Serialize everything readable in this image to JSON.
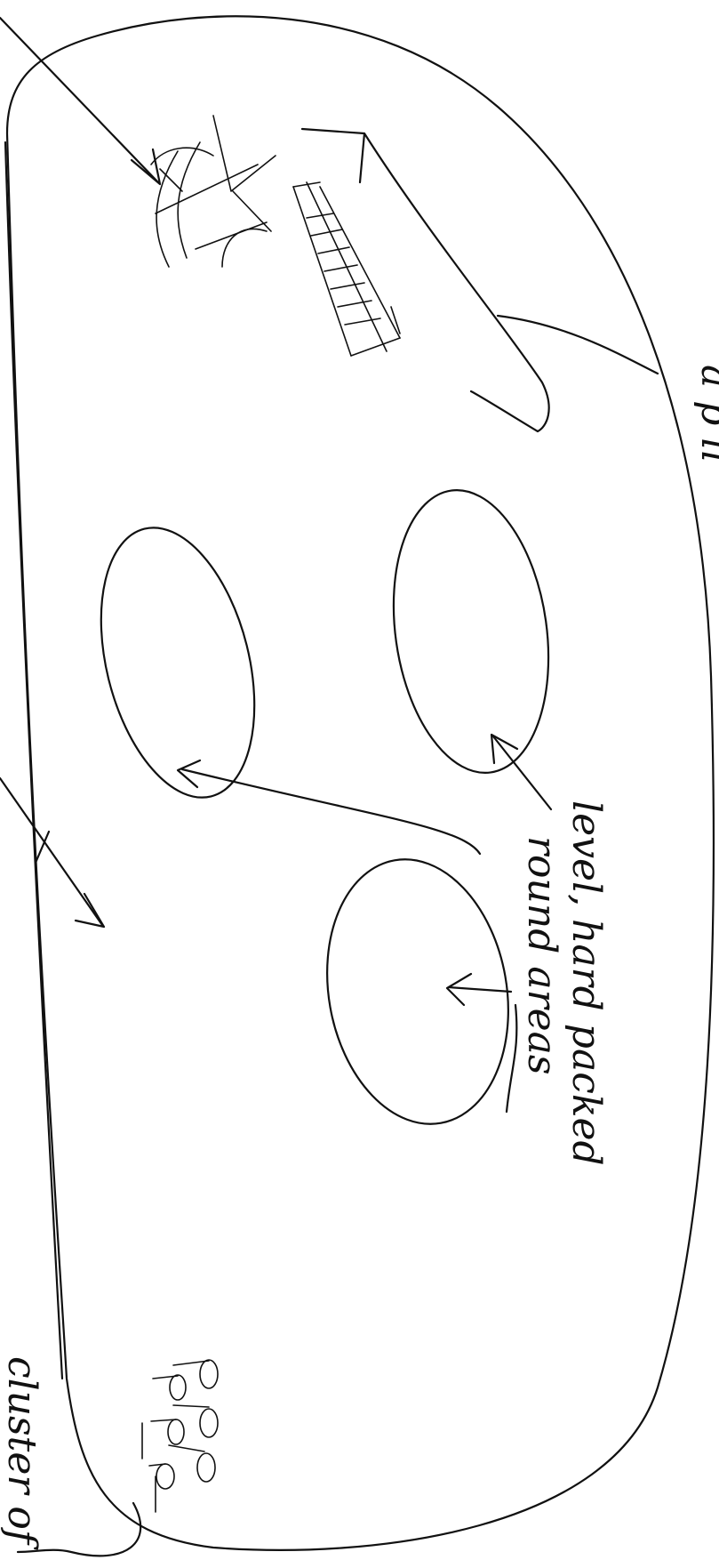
{
  "annotations": {
    "level_areas": "level, hard packed",
    "level_areas_line2": "round areas",
    "cluster": "cluster of",
    "top_right_fragment": "a p ll"
  },
  "ink_color": "#111111",
  "background_color": "#ffffff"
}
